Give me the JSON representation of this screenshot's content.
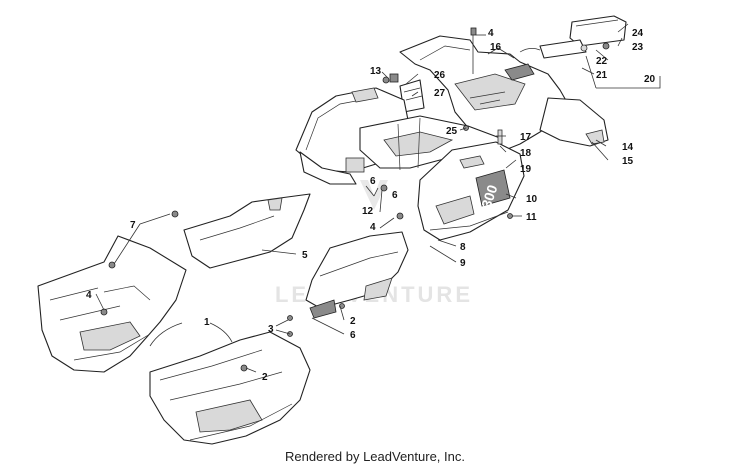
{
  "watermark": "LEADVENTURE",
  "footer": "Rendered by LeadVenture, Inc.",
  "model_badge": "300",
  "callouts": {
    "c1": "1",
    "c2a": "2",
    "c2b": "2",
    "c3": "3",
    "c4a": "4",
    "c4b": "4",
    "c4c": "4",
    "c5": "5",
    "c6a": "6",
    "c6b": "6",
    "c6c": "6",
    "c7": "7",
    "c8": "8",
    "c9": "9",
    "c10": "10",
    "c11": "11",
    "c12": "12",
    "c13": "13",
    "c14": "14",
    "c15": "15",
    "c16": "16",
    "c17": "17",
    "c18": "18",
    "c19": "19",
    "c20": "20",
    "c21": "21",
    "c22": "22",
    "c23": "23",
    "c24": "24",
    "c25": "25",
    "c26": "26",
    "c27": "27"
  }
}
